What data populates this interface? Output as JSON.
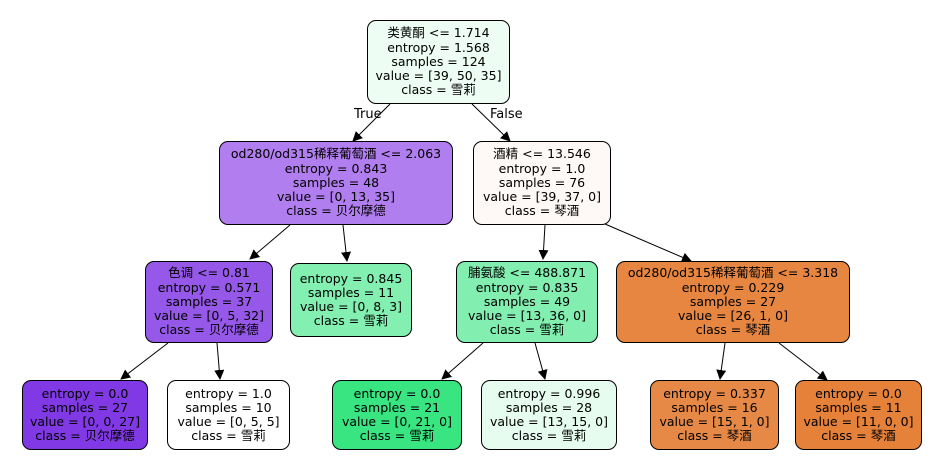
{
  "edge_labels": {
    "true_label": "True",
    "false_label": "False"
  },
  "nodes": {
    "root": {
      "split": "类黄酮 <= 1.714",
      "entropy": "entropy = 1.568",
      "samples": "samples = 124",
      "value": "value = [39, 50, 35]",
      "class": "class = 雪莉",
      "fill": "#edfdf4"
    },
    "n1": {
      "split": "od280/od315稀释葡萄酒 <= 2.063",
      "entropy": "entropy = 0.843",
      "samples": "samples = 48",
      "value": "value = [0, 13, 35]",
      "class": "class = 贝尔摩德",
      "fill": "#b17eef"
    },
    "n2": {
      "split": "色调 <= 0.81",
      "entropy": "entropy = 0.571",
      "samples": "samples = 37",
      "value": "value = [0, 5, 32]",
      "class": "class = 贝尔摩德",
      "fill": "#9558e9"
    },
    "n3": {
      "entropy": "entropy = 0.0",
      "samples": "samples = 27",
      "value": "value = [0, 0, 27]",
      "class": "class = 贝尔摩德",
      "fill": "#8139e5"
    },
    "n4": {
      "entropy": "entropy = 1.0",
      "samples": "samples = 10",
      "value": "value = [0, 5, 5]",
      "class": "class = 雪莉",
      "fill": "#ffffff"
    },
    "n5": {
      "entropy": "entropy = 0.845",
      "samples": "samples = 11",
      "value": "value = [0, 8, 3]",
      "class": "class = 雪莉",
      "fill": "#83efb0"
    },
    "n6": {
      "split": "酒精 <= 13.546",
      "entropy": "entropy = 1.0",
      "samples": "samples = 76",
      "value": "value = [39, 37, 0]",
      "class": "class = 琴酒",
      "fill": "#fef9f6"
    },
    "n7": {
      "split": "脯氨酸 <= 488.871",
      "entropy": "entropy = 0.835",
      "samples": "samples = 49",
      "value": "value = [13, 36, 0]",
      "class": "class = 雪莉",
      "fill": "#82eeaf"
    },
    "n8": {
      "entropy": "entropy = 0.0",
      "samples": "samples = 21",
      "value": "value = [0, 21, 0]",
      "class": "class = 雪莉",
      "fill": "#39e581"
    },
    "n9": {
      "entropy": "entropy = 0.996",
      "samples": "samples = 28",
      "value": "value = [13, 15, 0]",
      "class": "class = 雪莉",
      "fill": "#e5fcee"
    },
    "n10": {
      "split": "od280/od315稀释葡萄酒 <= 3.318",
      "entropy": "entropy = 0.229",
      "samples": "samples = 27",
      "value": "value = [26, 1, 0]",
      "class": "class = 琴酒",
      "fill": "#e68641"
    },
    "n11": {
      "entropy": "entropy = 0.337",
      "samples": "samples = 16",
      "value": "value = [15, 1, 0]",
      "class": "class = 琴酒",
      "fill": "#e78946"
    },
    "n12": {
      "entropy": "entropy = 0.0",
      "samples": "samples = 11",
      "value": "value = [11, 0, 0]",
      "class": "class = 琴酒",
      "fill": "#e58139"
    }
  }
}
